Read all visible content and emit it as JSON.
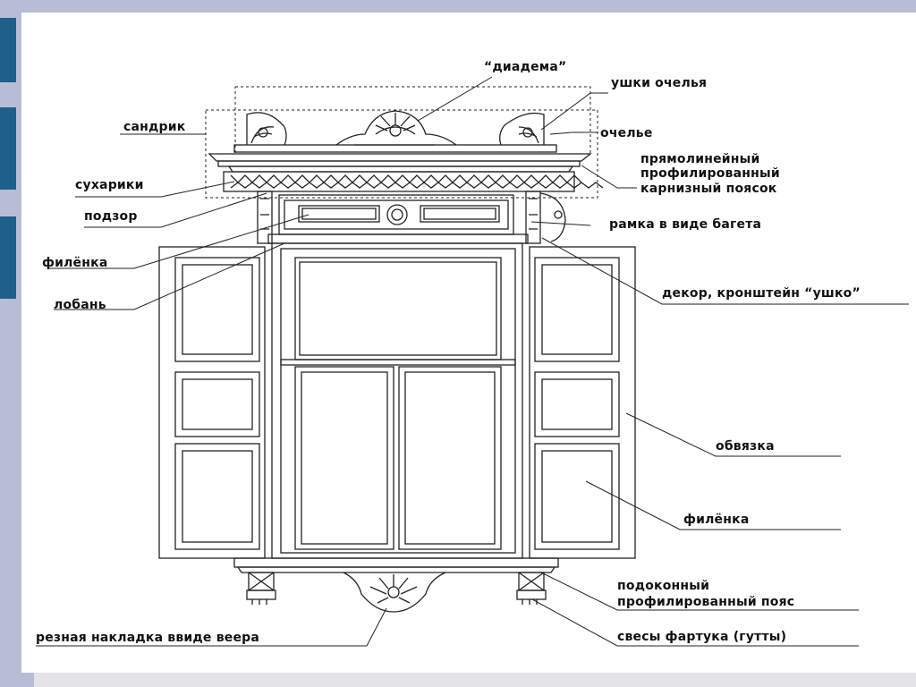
{
  "labels": {
    "diadema": "“диадема”",
    "ushki_ochelya": "ушки очелья",
    "sandrik": "сандрик",
    "ochelye": "очелье",
    "karniz_1": "прямолинейный",
    "karniz_2": "профилированный",
    "karniz_3": "карнизный поясок",
    "sukhariki": "сухарики",
    "podzor": "подзор",
    "ramka": "рамка в виде багета",
    "filenka_left": "филёнка",
    "loban": "лобань",
    "dekor": "декор, кронштейн “ушко”",
    "obvyazka": "обвязка",
    "filenka_right": "филёнка",
    "podokonny_1": "подоконный",
    "podokonny_2": "профилированный пояс",
    "rezная_nakladka": "резная накладка ввиде веера",
    "svesy": "свесы фартука (гутты)"
  },
  "colors": {
    "background": "#b8bdd6",
    "slide": "#ffffff",
    "accent": "#1f5f8b",
    "line": "#222222"
  }
}
